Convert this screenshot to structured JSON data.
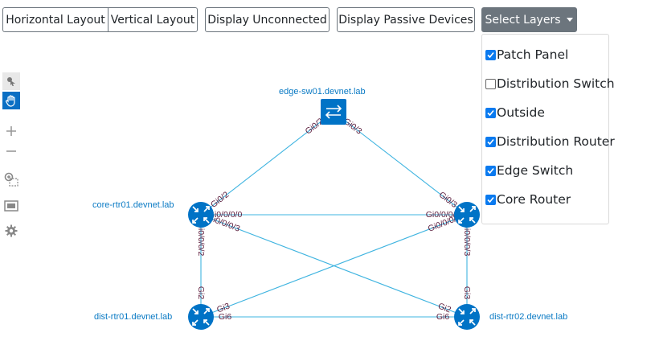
{
  "toolbar": {
    "horizontal_layout": "Horizontal Layout",
    "vertical_layout": "Vertical Layout",
    "display_unconnected": "Display Unconnected",
    "display_passive": "Display Passive Devices",
    "select_layers": "Select Layers"
  },
  "layers": [
    {
      "label": "Patch Panel",
      "checked": true
    },
    {
      "label": "Distribution Switch",
      "checked": false
    },
    {
      "label": "Outside",
      "checked": true
    },
    {
      "label": "Distribution Router",
      "checked": true
    },
    {
      "label": "Edge Switch",
      "checked": true
    },
    {
      "label": "Core Router",
      "checked": true
    }
  ],
  "side_tools": [
    "select-icon",
    "pan-hand-icon",
    "zoom-in-icon",
    "zoom-out-icon",
    "zoom-selection-icon",
    "fit-view-icon",
    "settings-icon"
  ],
  "colors": {
    "accent": "#0a7aef",
    "node": "#0073c6",
    "link": "#3fb4e0",
    "label": "#0a7ac4",
    "interface": "#5a1a3a"
  },
  "nodes": [
    {
      "id": "edge",
      "label": "edge-sw01.devnet.lab",
      "type": "switch"
    },
    {
      "id": "core1",
      "label": "core-rtr01.devnet.lab",
      "type": "router"
    },
    {
      "id": "core2",
      "label": "",
      "type": "router"
    },
    {
      "id": "dist1",
      "label": "dist-rtr01.devnet.lab",
      "type": "router"
    },
    {
      "id": "dist2",
      "label": "dist-rtr02.devnet.lab",
      "type": "router"
    }
  ],
  "links": [
    {
      "a": "edge",
      "b": "core1",
      "a_if": "Gi0/2",
      "b_if": "Gi0/2"
    },
    {
      "a": "edge",
      "b": "core2",
      "a_if": "Gi0/3",
      "b_if": "Gi0/3"
    },
    {
      "a": "core1",
      "b": "core2",
      "a_if": "Gi0/0/0/0",
      "b_if": "Gi0/0/0/0"
    },
    {
      "a": "core1",
      "b": "dist1",
      "a_if": "Gi0/0/0/2",
      "b_if": "Gi2"
    },
    {
      "a": "core1",
      "b": "dist2",
      "a_if": "Gi0/0/0/3",
      "b_if": "Gi2"
    },
    {
      "a": "core2",
      "b": "dist1",
      "a_if": "Gi0/0/0/2",
      "b_if": "Gi3"
    },
    {
      "a": "core2",
      "b": "dist2",
      "a_if": "Gi0/0/0/3",
      "b_if": "Gi3"
    },
    {
      "a": "dist1",
      "b": "dist2",
      "a_if": "Gi6",
      "b_if": "Gi6"
    }
  ]
}
